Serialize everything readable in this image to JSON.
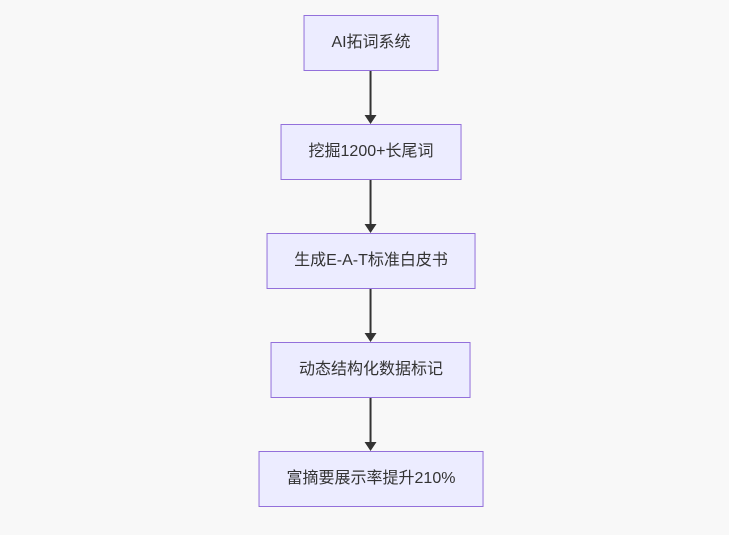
{
  "flowchart": {
    "title": "SEO AI flowchart",
    "direction": "top-down",
    "nodes": [
      {
        "id": "n1",
        "label": "AI拓词系统"
      },
      {
        "id": "n2",
        "label": "挖掘1200+长尾词"
      },
      {
        "id": "n3",
        "label": "生成E-A-T标准白皮书"
      },
      {
        "id": "n4",
        "label": "动态结构化数据标记"
      },
      {
        "id": "n5",
        "label": "富摘要展示率提升210%"
      }
    ],
    "edges": [
      {
        "from": "n1",
        "to": "n2",
        "style": "arrow-down"
      },
      {
        "from": "n2",
        "to": "n3",
        "style": "arrow-down"
      },
      {
        "from": "n3",
        "to": "n4",
        "style": "arrow-down"
      },
      {
        "from": "n4",
        "to": "n5",
        "style": "arrow-down"
      }
    ],
    "colors": {
      "background": "#f8f8f8",
      "node_fill": "#ececff",
      "node_border": "#9370db",
      "text": "#333333",
      "arrow": "#333333"
    }
  }
}
